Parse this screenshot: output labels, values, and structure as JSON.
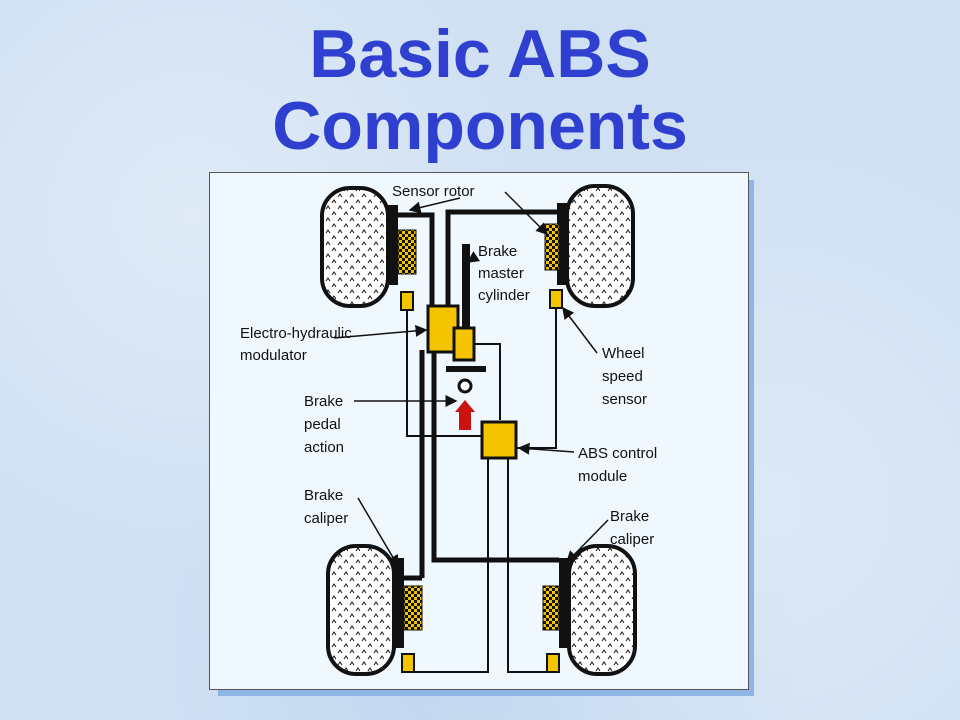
{
  "slide": {
    "title_line1": "Basic ABS",
    "title_line2": "Components"
  },
  "labels": {
    "sensor_rotor": "Sensor rotor",
    "brake_master_cylinder": [
      "Brake",
      "master",
      "cylinder"
    ],
    "electro_hydraulic_modulator": [
      "Electro-hydraulic",
      "modulator"
    ],
    "wheel_speed_sensor": [
      "Wheel",
      "speed",
      "sensor"
    ],
    "brake_pedal_action": [
      "Brake",
      "pedal",
      "action"
    ],
    "abs_control_module": [
      "ABS control",
      "module"
    ],
    "brake_caliper_left": [
      "Brake",
      "caliper"
    ],
    "brake_caliper_right": [
      "Brake",
      "caliper"
    ]
  },
  "colors": {
    "title": "#2f3fcf",
    "component": "#f5c400",
    "arrow": "#cc1111",
    "panel": "#f0f8ff",
    "slide_background": "#cfe0f3"
  }
}
